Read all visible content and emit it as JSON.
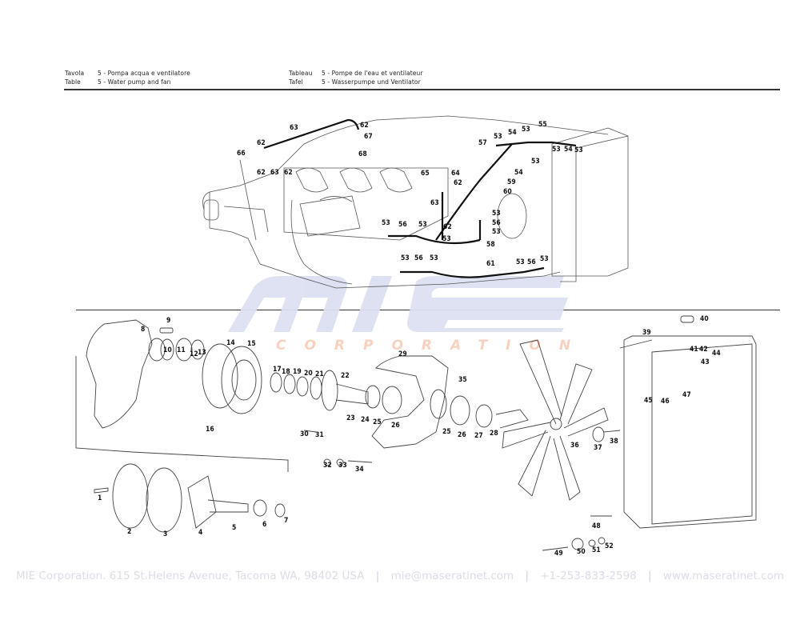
{
  "header": {
    "left": [
      {
        "key": "Tavola",
        "value": "5 - Pompa acqua e ventilatore"
      },
      {
        "key": "Table",
        "value": "5 - Water pump and fan"
      }
    ],
    "right": [
      {
        "key": "Tableau",
        "value": "5 - Pompe de l'eau et ventilateur"
      },
      {
        "key": "Tafel",
        "value": "5 - Wasserpumpe und Ventilator"
      }
    ]
  },
  "watermark": {
    "logo_text": "mie",
    "sub_text": "CORPORATION",
    "logo_color": "#dcdff0",
    "sub_color": "#f9c9b3"
  },
  "diagram": {
    "upper_assembly_labels": [
      "53",
      "54",
      "55",
      "56",
      "57",
      "58",
      "59",
      "60",
      "61",
      "62",
      "63",
      "64",
      "65",
      "66",
      "67",
      "68"
    ],
    "lower_assembly_labels": [
      "1",
      "2",
      "3",
      "4",
      "5",
      "6",
      "7",
      "8",
      "9",
      "10",
      "11",
      "12",
      "13",
      "14",
      "15",
      "16",
      "17",
      "18",
      "19",
      "20",
      "21",
      "22",
      "23",
      "24",
      "25",
      "26",
      "27",
      "28",
      "29",
      "30",
      "31",
      "32",
      "33",
      "34",
      "35",
      "36",
      "37",
      "38",
      "39",
      "40",
      "41",
      "42",
      "43",
      "44",
      "45",
      "46",
      "47",
      "48",
      "49",
      "50",
      "51",
      "52"
    ]
  },
  "footer": {
    "company": "MIE Corporation. 615 St.Helens Avenue, Tacoma WA, 98402 USA",
    "email": "mie@maseratinet.com",
    "phone": "+1-253-833-2598",
    "website": "www.maseratinet.com",
    "separator": "|"
  }
}
